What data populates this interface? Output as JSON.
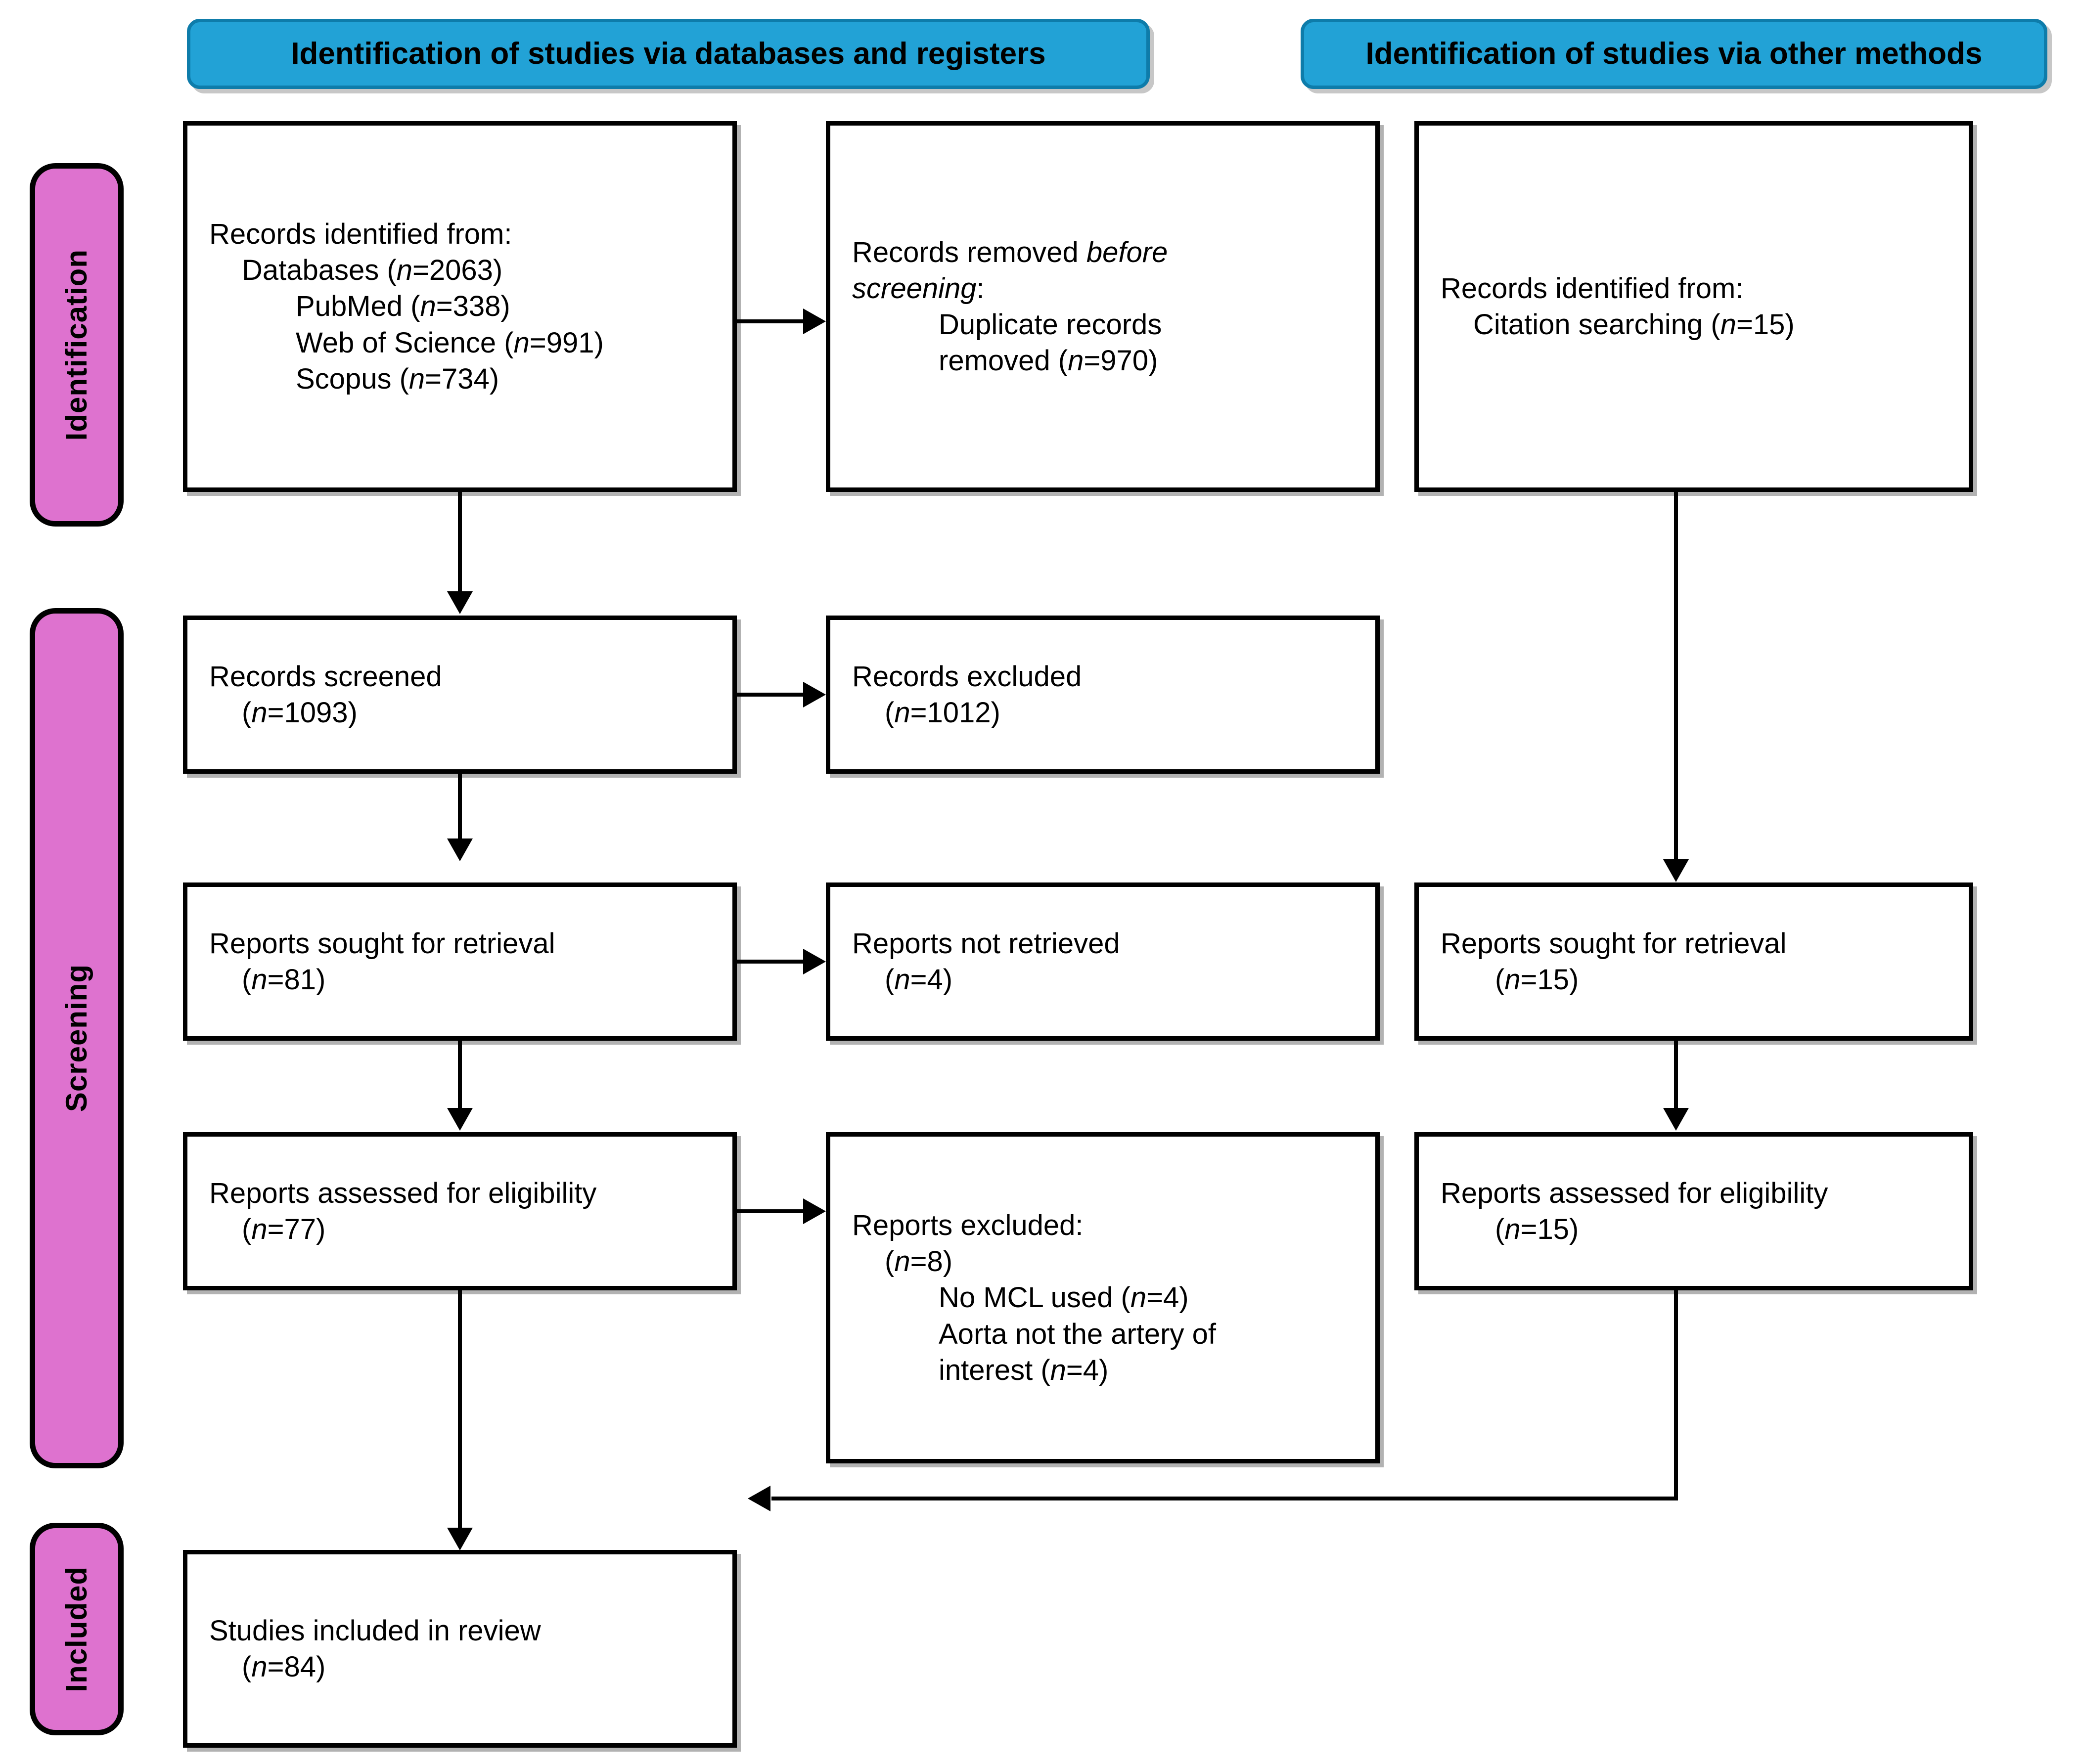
{
  "diagram": {
    "title": "PRISMA 2020 flow diagram",
    "colors": {
      "banner_fill": "#22A2D6",
      "banner_border": "#0E7CAA",
      "phase_fill": "#DE72CF",
      "box_border": "#000000",
      "background": "#FFFFFF"
    }
  },
  "banners": {
    "databases": "Identification of studies via databases and registers",
    "other": "Identification of studies via other methods"
  },
  "phases": {
    "identification": "Identification",
    "screening": "Screening",
    "included": "Included"
  },
  "boxes": {
    "records_identified": {
      "l1": "Records identified from:",
      "l2": "Databases (",
      "l2n": "n",
      "l2v": "=2063)",
      "l3": "PubMed (",
      "l3n": "n",
      "l3v": "=338)",
      "l4": "Web of Science (",
      "l4n": "n",
      "l4v": "=991)",
      "l5": "Scopus (",
      "l5n": "n",
      "l5v": "=734)"
    },
    "records_removed": {
      "l1a": "Records removed ",
      "l1b": "before",
      "l2a": "screening",
      "l2b": ":",
      "l3": "Duplicate records",
      "l4a": "removed  (",
      "l4n": "n",
      "l4v": "=970)"
    },
    "records_identified_other": {
      "l1": "Records identified from:",
      "l2": "Citation searching (",
      "l2n": "n",
      "l2v": "=15)"
    },
    "records_screened": {
      "l1": "Records screened",
      "l2a": "(",
      "l2n": "n",
      "l2v": "=1093)"
    },
    "records_excluded": {
      "l1": "Records excluded",
      "l2a": "(",
      "l2n": "n",
      "l2v": "=1012)"
    },
    "reports_sought": {
      "l1": "Reports sought for retrieval",
      "l2a": "(",
      "l2n": "n",
      "l2v": "=81)"
    },
    "reports_not_retrieved": {
      "l1": "Reports not retrieved",
      "l2a": "(",
      "l2n": "n",
      "l2v": "=4)"
    },
    "reports_sought_other": {
      "l1": "Reports sought for retrieval",
      "l2a": "(",
      "l2n": "n",
      "l2v": "=15)"
    },
    "reports_assessed": {
      "l1": "Reports assessed for eligibility",
      "l2a": "(",
      "l2n": "n",
      "l2v": "=77)"
    },
    "reports_excluded": {
      "l1": "Reports excluded:",
      "l2a": "(",
      "l2n": "n",
      "l2v": "=8)",
      "l3a": "No MCL used (",
      "l3n": "n",
      "l3v": "=4)",
      "l4": "Aorta not the artery of",
      "l5a": "interest (",
      "l5n": "n",
      "l5v": "=4)"
    },
    "reports_assessed_other": {
      "l1": "Reports assessed for eligibility",
      "l2a": "(",
      "l2n": "n",
      "l2v": "=15)"
    },
    "studies_included": {
      "l1": "Studies included in review",
      "l2a": "(",
      "l2n": "n",
      "l2v": "=84)"
    }
  }
}
